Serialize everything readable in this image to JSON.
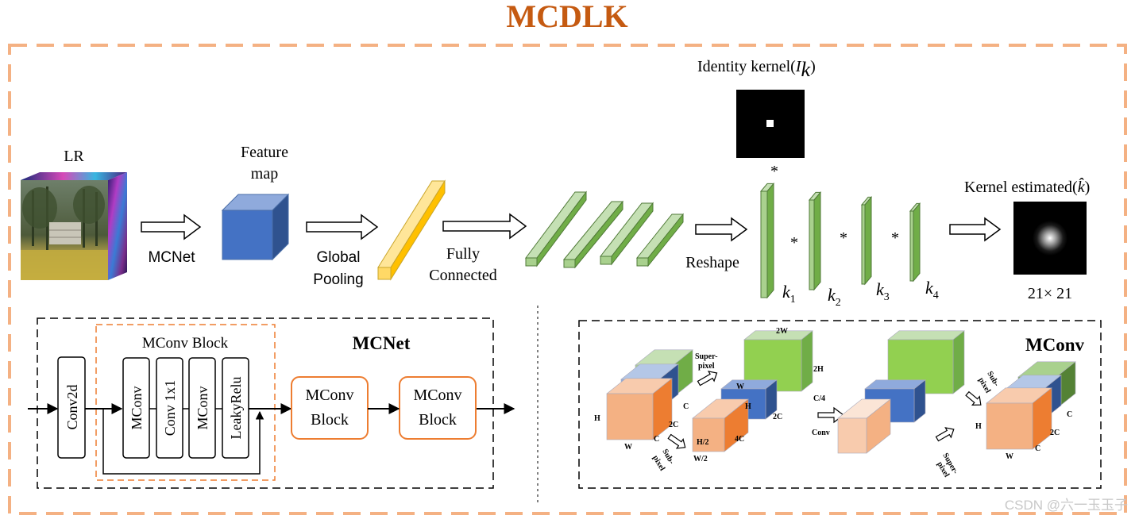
{
  "title": "MCDLK",
  "top": {
    "lr": "LR",
    "feature_map": [
      "Feature",
      "map"
    ],
    "mcnet": "MCNet",
    "global_pooling": [
      "Global",
      "Pooling"
    ],
    "fully_connected": [
      "Fully",
      "Connected"
    ],
    "reshape": "Reshape",
    "identity_kernel": "Identity  kernel(",
    "identity_kernel_sym": "I",
    "identity_kernel_sub": "k",
    "kernel_estimated": "Kernel  estimated(",
    "kernel_estimated_sym": "k̂",
    "size": "21× 21",
    "conv_star": "*",
    "kernels": [
      {
        "sym": "k",
        "sub": "1"
      },
      {
        "sym": "k",
        "sub": "2"
      },
      {
        "sym": "k",
        "sub": "3"
      },
      {
        "sym": "k",
        "sub": "4"
      }
    ]
  },
  "mcnet_box": {
    "title": "MCNet",
    "block_title": "MConv Block",
    "conv2d": "Conv2d",
    "layers": [
      "MConv",
      "Conv 1x1",
      "MConv",
      "LeakyRelu"
    ],
    "blocks": [
      [
        "MConv",
        "Block"
      ],
      [
        "MConv",
        "Block"
      ]
    ]
  },
  "mconv_box": {
    "title": "MConv",
    "super_pixel": [
      "Super-",
      "pixel"
    ],
    "sub_pixel": [
      "Sub-",
      "pixel"
    ],
    "conv": "Conv",
    "labels": {
      "h": "H",
      "w": "W",
      "c": "C",
      "c2": "2C",
      "c4": "4C",
      "h2": "H/2",
      "w2": "W/2",
      "w_2x": "2W",
      "h_2x": "2H",
      "c_4": "C/4"
    }
  },
  "watermark": "CSDN @六一玉玉子",
  "colors": {
    "title": "#c55a11",
    "dashed_orange": "#f4b183",
    "green": "#a9d18e",
    "green_dark": "#6a9a4a",
    "yellow": "#ffd966",
    "blue": "#4472c4",
    "peach": "#f4b183",
    "block_border": "#ed7d31"
  }
}
